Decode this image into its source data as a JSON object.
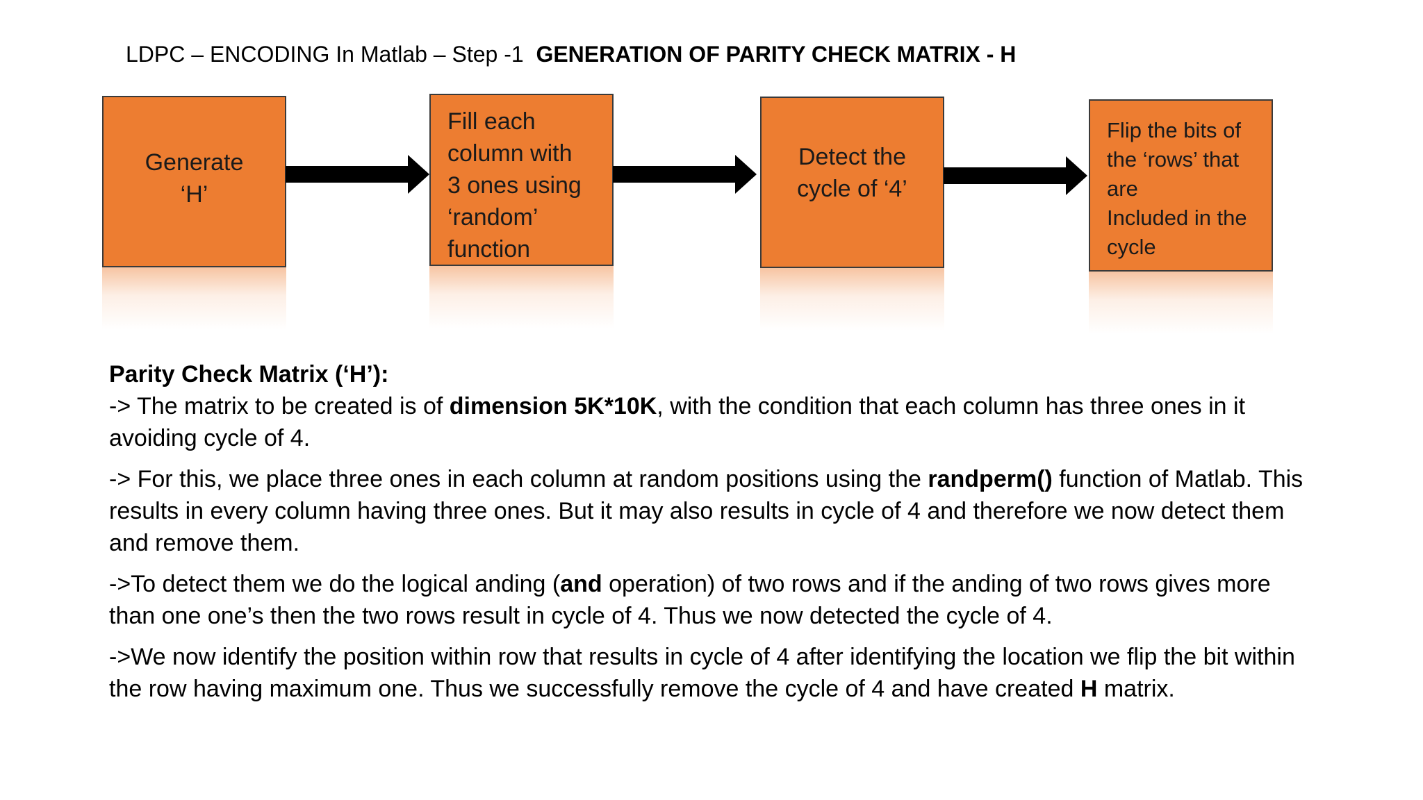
{
  "title": {
    "prefix": "LDPC – ENCODING In Matlab – Step -1",
    "emphasis": "GENERATION OF PARITY CHECK MATRIX - H"
  },
  "flow": {
    "steps": [
      {
        "label": "Generate\n‘H’"
      },
      {
        "label": "Fill each\ncolumn with\n3 ones using\n‘random’\nfunction"
      },
      {
        "label": "Detect the\ncycle of ‘4’"
      },
      {
        "label": "Flip the bits of\nthe ‘rows’ that\nare\nIncluded in the\ncycle"
      }
    ],
    "colors": {
      "box_fill": "#ED7D31",
      "arrow": "#000000"
    }
  },
  "content": {
    "heading": "Parity Check Matrix (‘H’):",
    "p1": {
      "a": "-> The matrix to be created is of ",
      "b": "dimension 5K*10K",
      "c": ", with the condition that each column has three ones in it avoiding cycle of 4."
    },
    "p2": {
      "a": "-> For this, we place three ones in each column at random positions using the ",
      "b": "randperm()",
      "c": " function of Matlab. This results in every column having three ones. But it may also results in cycle of 4 and therefore we now detect them and remove them."
    },
    "p3": {
      "a": "->To detect them we do the logical anding (",
      "b": "and",
      "c": " operation) of two rows and if the anding of two rows gives more than one one’s then the two rows result in cycle of 4. Thus we now detected the cycle of 4."
    },
    "p4": {
      "a": "->We now identify the position within row that results in cycle of 4 after identifying the location we flip the bit within the row having maximum one. Thus we successfully remove the cycle of 4 and have created ",
      "b": "H",
      "c": " matrix."
    }
  }
}
